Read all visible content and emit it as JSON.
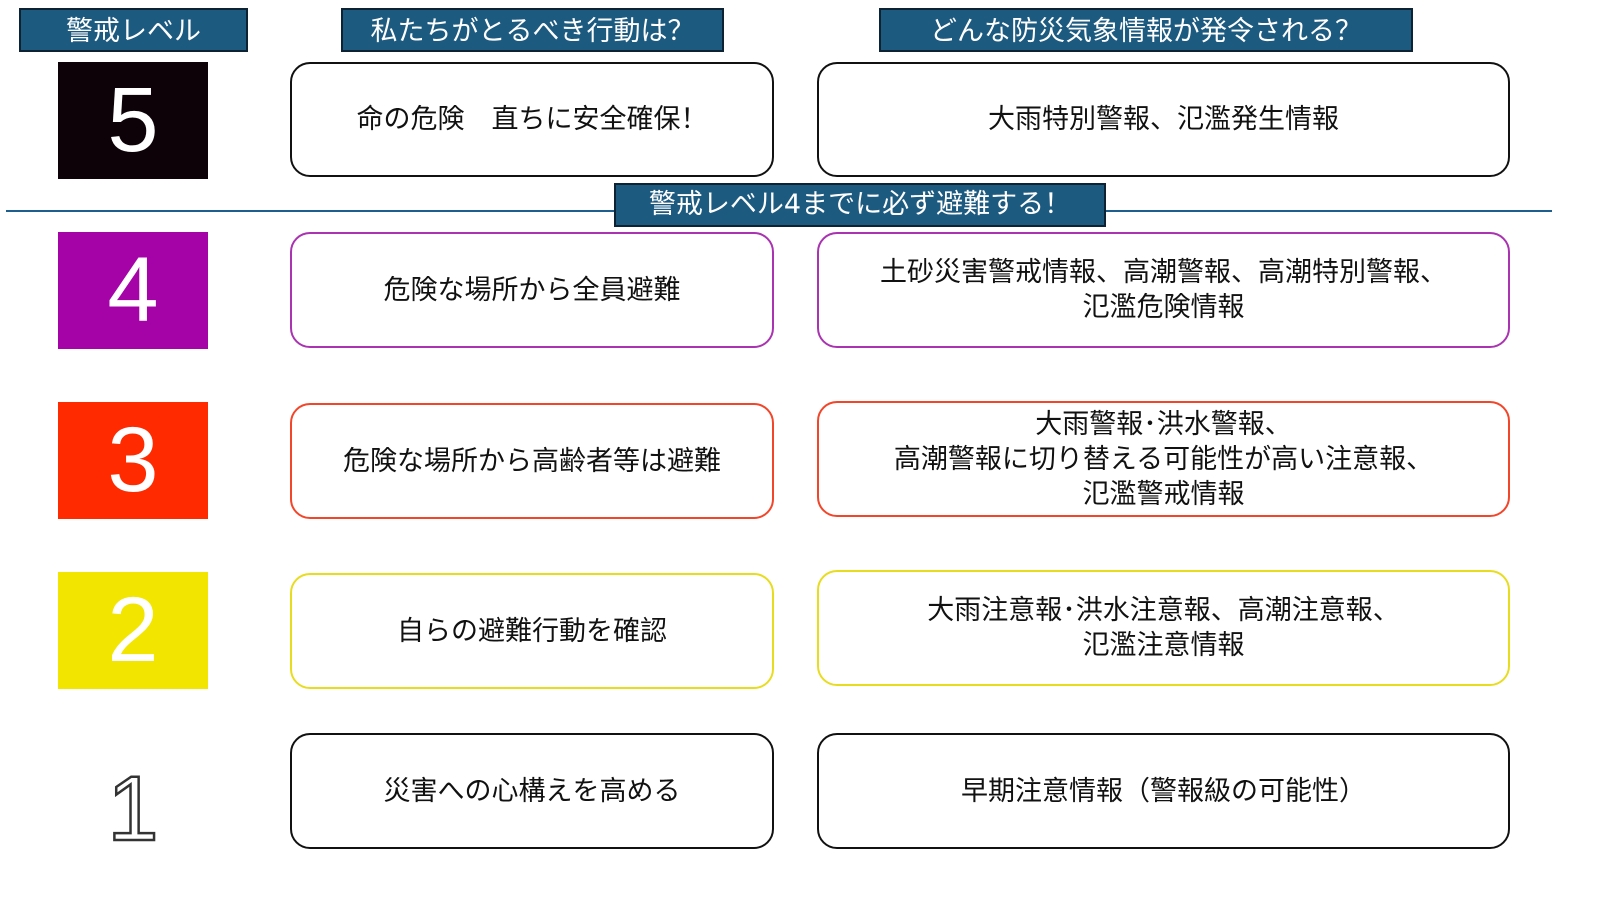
{
  "headers": {
    "level": "警戒レベル",
    "action": "私たちがとるべき行動は？",
    "info": "どんな防災気象情報が発令される？"
  },
  "banner": "警戒レベル4までに必ず避難する！",
  "levels": [
    {
      "number": "5",
      "color": "#0d0208",
      "action": "命の危険　直ちに安全確保！",
      "info": "大雨特別警報、氾濫発生情報",
      "border_color": "#111111"
    },
    {
      "number": "4",
      "color": "#a502a8",
      "action": "危険な場所から全員避難",
      "info": "土砂災害警戒情報、高潮警報、高潮特別警報、\n氾濫危険情報",
      "border_color": "#a933b0"
    },
    {
      "number": "3",
      "color": "#ff2a00",
      "action": "危険な場所から高齢者等は避難",
      "info": "大雨警報･洪水警報、\n高潮警報に切り替える可能性が高い注意報、\n氾濫警戒情報",
      "border_color": "#f2462a"
    },
    {
      "number": "2",
      "color": "#f2e600",
      "action": "自らの避難行動を確認",
      "info": "大雨注意報･洪水注意報、高潮注意報、\n氾濫注意情報",
      "border_color": "#e8dc20"
    },
    {
      "number": "1",
      "color": "#ffffff",
      "action": "災害への心構えを高める",
      "info": "早期注意情報（警報級の可能性）",
      "border_color": "#111111"
    }
  ]
}
